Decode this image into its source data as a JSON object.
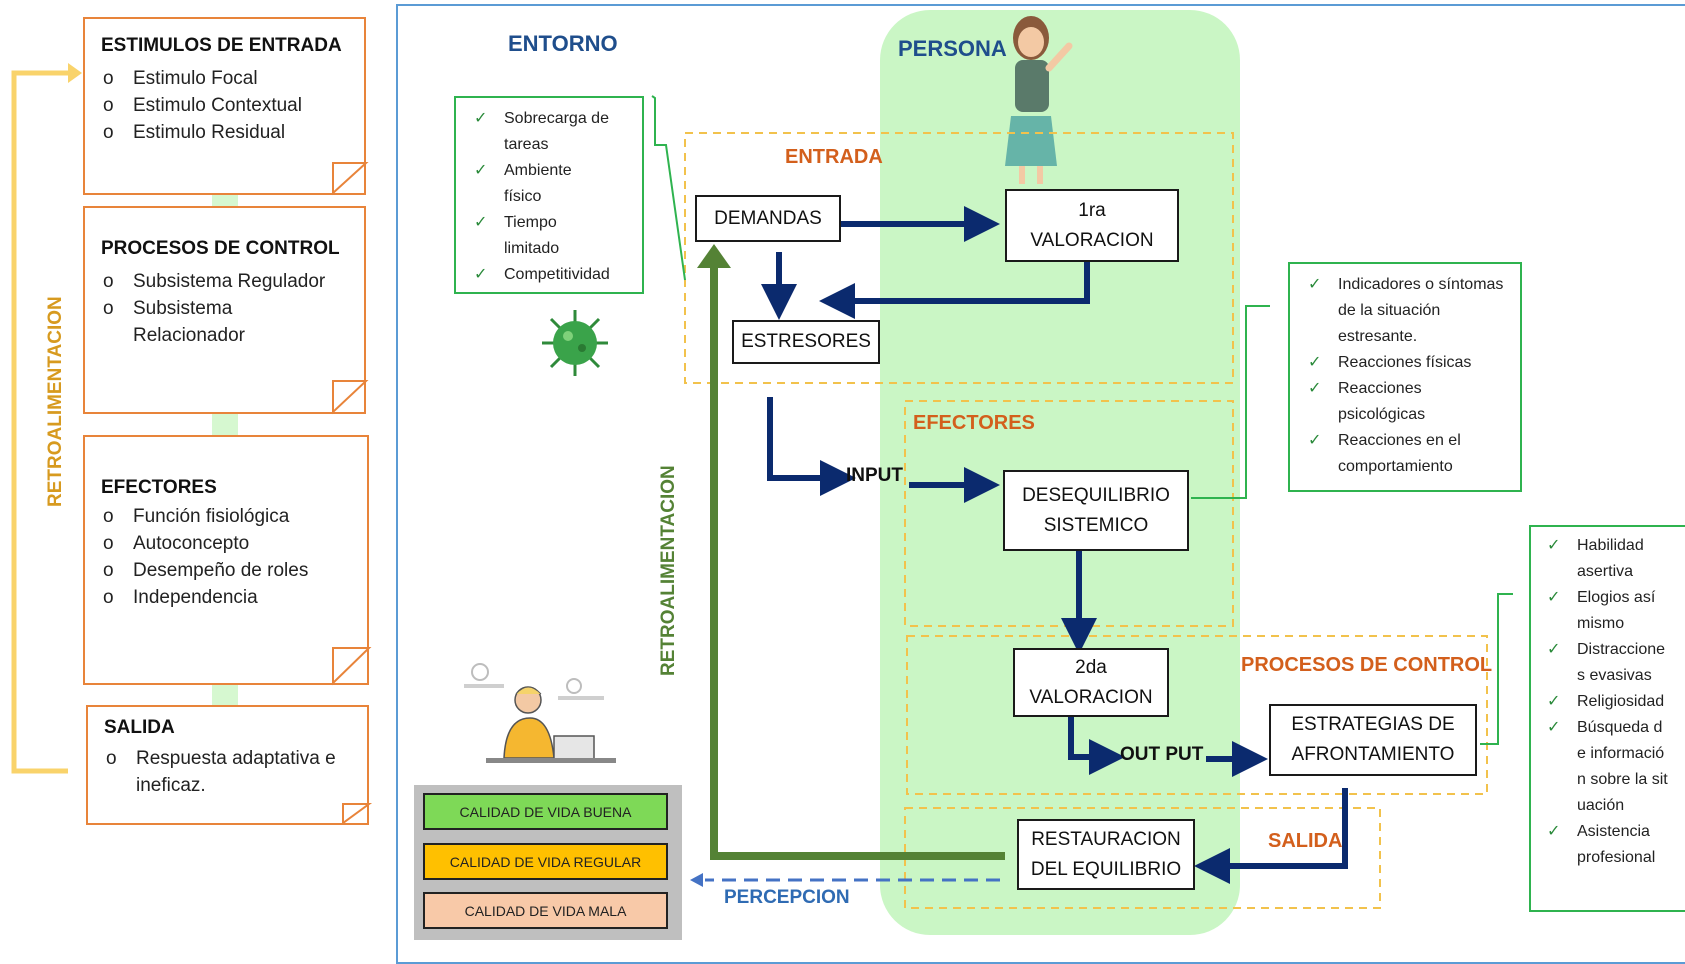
{
  "left_panel": {
    "feedback_label": "RETROALIMENTACION",
    "notes": [
      {
        "title": "ESTIMULOS DE ENTRADA",
        "items": [
          "Estimulo Focal",
          "Estimulo Contextual",
          "Estimulo Residual"
        ]
      },
      {
        "title": "PROCESOS DE CONTROL",
        "items": [
          "Subsistema Regulador",
          "Subsistema Relacionador"
        ]
      },
      {
        "title": "EFECTORES",
        "items": [
          "Función fisiológica",
          "Autoconcepto",
          "Desempeño de roles",
          "Independencia"
        ]
      },
      {
        "title": "SALIDA",
        "items": [
          "Respuesta adaptativa e ineficaz."
        ]
      }
    ]
  },
  "diagram": {
    "entorno": "ENTORNO",
    "persona": "PERSONA",
    "sections": {
      "entrada": "ENTRADA",
      "efectores": "EFECTORES",
      "procesos": "PROCESOS DE CONTROL",
      "salida": "SALIDA"
    },
    "boxes": {
      "demandas": "DEMANDAS",
      "valoracion1": "1ra\nVALORACION",
      "estresores": "ESTRESORES",
      "desequilibrio": "DESEQUILIBRIO\nSISTEMICO",
      "valoracion2": "2da\nVALORACION",
      "estrategias": "ESTRATEGIAS DE\nAFRONTAMIENTO",
      "restauracion": "RESTAURACION\nDEL EQUILIBRIO"
    },
    "labels": {
      "input": "INPUT",
      "output": "OUT PUT",
      "retro": "RETROALIMENTACION",
      "percepcion": "PERCEPCION"
    },
    "checklists": {
      "stressors": [
        "Sobrecarga de tareas",
        "Ambiente físico",
        "Tiempo limitado",
        "Competitividad"
      ],
      "indicators": [
        "Indicadores o síntomas de la situación estresante.",
        "Reacciones físicas",
        "Reacciones psicológicas",
        "Reacciones en el comportamiento"
      ],
      "coping": [
        "Habilidad asertiva",
        "Elogios así mismo",
        "Distracciones evasivas",
        "Religiosidad",
        "Búsqueda de información sobre la situación",
        "Asistencia profesional"
      ]
    },
    "legend": [
      {
        "label": "CALIDAD DE VIDA BUENA",
        "color": "#7ed957"
      },
      {
        "label": "CALIDAD DE VIDA REGULAR",
        "color": "#ffc000"
      },
      {
        "label": "CALIDAD DE VIDA MALA",
        "color": "#f8c9a8"
      }
    ]
  },
  "colors": {
    "note_border": "#e8843a",
    "section_label": "#d35f1c",
    "navy": "#0b2a6e",
    "dark_green": "#548235",
    "persona_fill": "#c6f5c0",
    "check_border": "#2fb34f",
    "dash_yellow": "#f2c24c",
    "feedback_yellow": "#f9d36b"
  }
}
